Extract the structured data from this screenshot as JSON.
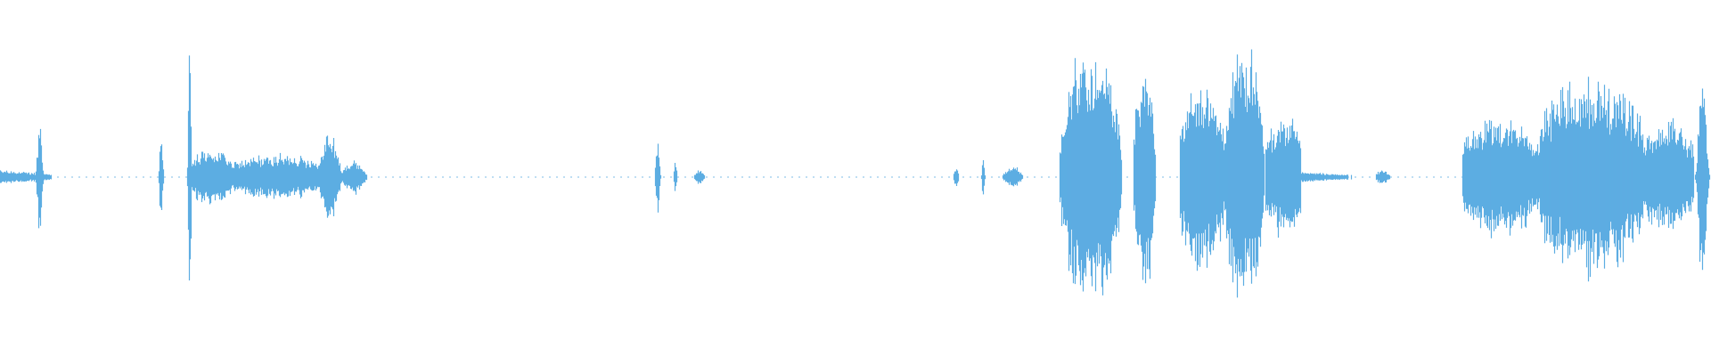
{
  "waveform": {
    "color": "#5dade2",
    "background": "#ffffff",
    "segments": [
      {
        "t0": 0.0,
        "t1": 0.03,
        "amp": 0.05,
        "shape": "decay"
      },
      {
        "t0": 0.02,
        "t1": 0.026,
        "amp": 0.42,
        "shape": "spike"
      },
      {
        "t0": 0.092,
        "t1": 0.096,
        "amp": 0.3,
        "shape": "spike"
      },
      {
        "t0": 0.109,
        "t1": 0.112,
        "amp": 0.98,
        "shape": "spike"
      },
      {
        "t0": 0.112,
        "t1": 0.135,
        "amp": 0.2,
        "shape": "noise"
      },
      {
        "t0": 0.135,
        "t1": 0.19,
        "amp": 0.16,
        "shape": "noise"
      },
      {
        "t0": 0.185,
        "t1": 0.2,
        "amp": 0.33,
        "shape": "bump"
      },
      {
        "t0": 0.198,
        "t1": 0.215,
        "amp": 0.12,
        "shape": "bump"
      },
      {
        "t0": 0.382,
        "t1": 0.386,
        "amp": 0.32,
        "shape": "spike"
      },
      {
        "t0": 0.393,
        "t1": 0.396,
        "amp": 0.12,
        "shape": "spike"
      },
      {
        "t0": 0.405,
        "t1": 0.412,
        "amp": 0.05,
        "shape": "bump"
      },
      {
        "t0": 0.556,
        "t1": 0.561,
        "amp": 0.07,
        "shape": "spike"
      },
      {
        "t0": 0.573,
        "t1": 0.576,
        "amp": 0.17,
        "shape": "spike"
      },
      {
        "t0": 0.585,
        "t1": 0.598,
        "amp": 0.08,
        "shape": "bump"
      },
      {
        "t0": 0.619,
        "t1": 0.657,
        "amp": 0.98,
        "shape": "burst"
      },
      {
        "t0": 0.662,
        "t1": 0.676,
        "amp": 0.85,
        "shape": "burst"
      },
      {
        "t0": 0.69,
        "t1": 0.715,
        "amp": 0.65,
        "shape": "noise"
      },
      {
        "t0": 0.715,
        "t1": 0.74,
        "amp": 0.95,
        "shape": "burst"
      },
      {
        "t0": 0.74,
        "t1": 0.76,
        "amp": 0.44,
        "shape": "noise"
      },
      {
        "t0": 0.755,
        "t1": 0.79,
        "amp": 0.04,
        "shape": "decay"
      },
      {
        "t0": 0.803,
        "t1": 0.813,
        "amp": 0.05,
        "shape": "bump"
      },
      {
        "t0": 0.855,
        "t1": 0.9,
        "amp": 0.42,
        "shape": "noise"
      },
      {
        "t0": 0.9,
        "t1": 0.96,
        "amp": 0.7,
        "shape": "noise"
      },
      {
        "t0": 0.96,
        "t1": 0.99,
        "amp": 0.4,
        "shape": "noise"
      },
      {
        "t0": 0.99,
        "t1": 1.0,
        "amp": 0.88,
        "shape": "spike"
      }
    ]
  }
}
